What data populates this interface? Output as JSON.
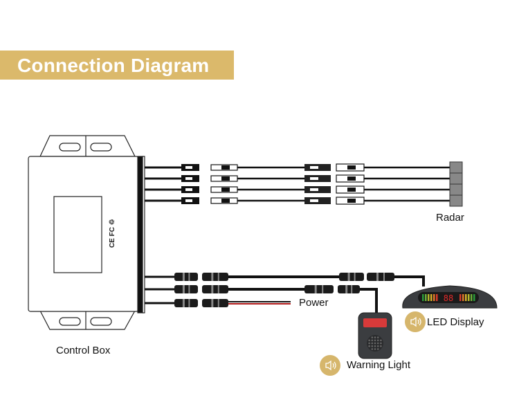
{
  "title": "Connection Diagram",
  "colors": {
    "accent": "#dbb96b",
    "wire": "#111111",
    "power_wire": "#b01818",
    "display_red": "#e02a2a"
  },
  "labels": {
    "radar": "Radar",
    "control_box": "Control Box",
    "power": "Power",
    "led_display": "LED Display",
    "warning_light": "Warning Light"
  },
  "display_readout": "88",
  "icons": {
    "led_display": "speaker-icon",
    "warning_light": "speaker-icon"
  },
  "radar_channels": 4
}
